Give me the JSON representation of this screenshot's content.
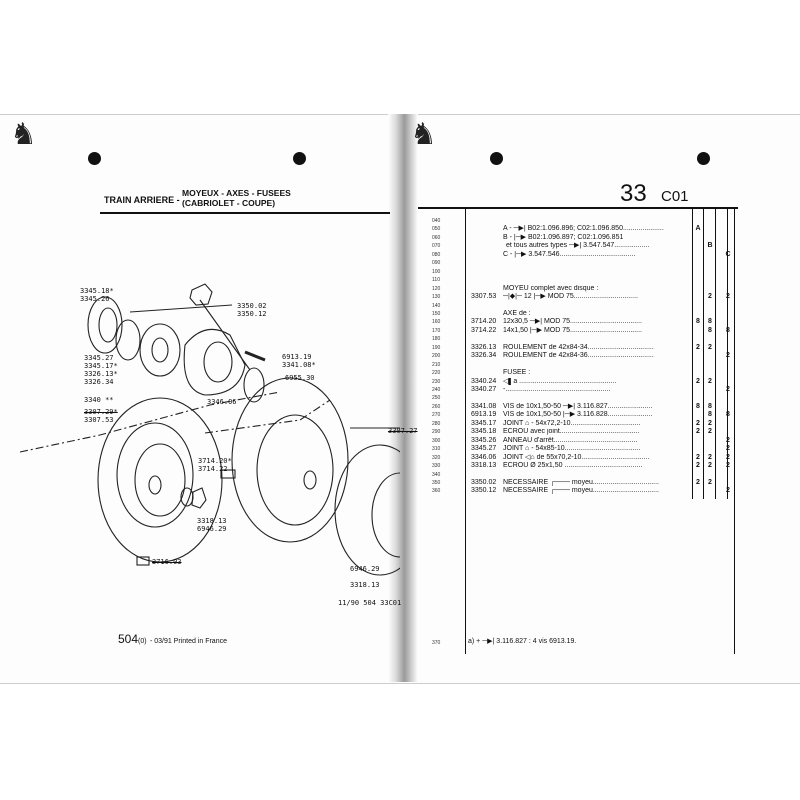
{
  "left_page": {
    "header": {
      "section": "TRAIN ARRIERE -",
      "subtitle_1": "MOYEUX - AXES - FUSEES",
      "subtitle_2": "(CABRIOLET - COUPE)"
    },
    "diagram": {
      "callouts": [
        "3345.18*\n3345.26",
        "3350.02\n3350.12",
        "3345.27\n3345.17*\n3326.13*\n3326.34",
        "6913.19\n3341.08*",
        "6955.30",
        "3340 **",
        "3346.06",
        "3307.29*",
        "3307.53",
        "3307.27",
        "3714.20*\n3714.22",
        "3318.13\n6946.29",
        "3716.03",
        "6946.29",
        "3318.13"
      ],
      "drawing_ref": "11/90 504 33C01"
    },
    "footer": {
      "model": "504",
      "variant": "(0)",
      "print_info": "- 03/91 Printed in France"
    }
  },
  "right_page": {
    "page_number": "33",
    "page_code": "C01",
    "column_headers": [
      "A",
      "B",
      "C"
    ],
    "row_numbers": [
      "040",
      "050",
      "060",
      "070",
      "080",
      "090",
      "100",
      "110",
      "120",
      "130",
      "140",
      "150",
      "160",
      "170",
      "180",
      "190",
      "200",
      "210",
      "220",
      "230",
      "240",
      "250",
      "260",
      "270",
      "280",
      "290",
      "300",
      "310",
      "320",
      "330",
      "340",
      "350",
      "360"
    ],
    "items": [
      {
        "row": 1,
        "ref": "",
        "text": "A - ─▶| B02:1.096.896; C02:1.096.850.....................",
        "a": "A",
        "b": "",
        "c": ""
      },
      {
        "row": 2,
        "ref": "",
        "text": "B - |─▶ B02:1.096.897; C02:1.096.851",
        "a": "",
        "b": "",
        "c": ""
      },
      {
        "row": 3,
        "ref": "",
        "text": "et tous autres types ─▶| 3.547.547..................",
        "a": "",
        "b": "B",
        "c": ""
      },
      {
        "row": 4,
        "ref": "",
        "text": "C - |─▶ 3.547.546.......................................",
        "a": "",
        "b": "",
        "c": "C"
      },
      {
        "row": 8,
        "ref": "",
        "text": "MOYEU complet avec disque :",
        "a": "",
        "b": "",
        "c": ""
      },
      {
        "row": 9,
        "ref": "3307.53",
        "text": "─|◆|─ 12 |─▶ MOD 75.................................",
        "a": "",
        "b": "2",
        "c": "2"
      },
      {
        "row": 11,
        "ref": "",
        "text": "AXE de :",
        "a": "",
        "b": "",
        "c": ""
      },
      {
        "row": 12,
        "ref": "3714.20",
        "text": "12x30,5 ─▶| MOD 75.....................................",
        "a": "8",
        "b": "8",
        "c": ""
      },
      {
        "row": 13,
        "ref": "3714.22",
        "text": "14x1,50 |─▶ MOD 75.....................................",
        "a": "",
        "b": "8",
        "c": "8"
      },
      {
        "row": 15,
        "ref": "3326.13",
        "text": "ROULEMENT de 42x84-34..................................",
        "a": "2",
        "b": "2",
        "c": ""
      },
      {
        "row": 16,
        "ref": "3326.34",
        "text": "ROULEMENT de 42x84-36..................................",
        "a": "",
        "b": "",
        "c": "2"
      },
      {
        "row": 18,
        "ref": "",
        "text": "FUSEE :",
        "a": "",
        "b": "",
        "c": ""
      },
      {
        "row": 19,
        "ref": "3340.24",
        "text": "◁▌a ..................................................",
        "a": "2",
        "b": "2",
        "c": ""
      },
      {
        "row": 20,
        "ref": "3340.27",
        "text": "-......................................................",
        "a": "",
        "b": "",
        "c": "2"
      },
      {
        "row": 22,
        "ref": "3341.08",
        "text": "VIS de 10x1,50-50 ─▶| 3.116.827.......................",
        "a": "8",
        "b": "8",
        "c": ""
      },
      {
        "row": 23,
        "ref": "6913.19",
        "text": "VIS de 10x1,50-50 |─▶ 3.116.828.......................",
        "a": "",
        "b": "8",
        "c": "8"
      },
      {
        "row": 24,
        "ref": "3345.17",
        "text": "JOINT ⌂ - 54x72,2-10....................................",
        "a": "2",
        "b": "2",
        "c": ""
      },
      {
        "row": 25,
        "ref": "3345.18",
        "text": "ECROU avec joint.........................................",
        "a": "2",
        "b": "2",
        "c": ""
      },
      {
        "row": 26,
        "ref": "3345.26",
        "text": "ANNEAU d'arrêt...........................................",
        "a": "",
        "b": "",
        "c": "2"
      },
      {
        "row": 27,
        "ref": "3345.27",
        "text": "JOINT ⌂ - 54x85-10.......................................",
        "a": "",
        "b": "",
        "c": "2"
      },
      {
        "row": 28,
        "ref": "3346.06",
        "text": "JOINT ◁⌂ de 55x70,2-10...................................",
        "a": "2",
        "b": "2",
        "c": "2"
      },
      {
        "row": 29,
        "ref": "3318.13",
        "text": "ECROU Ø 25x1,50 ........................................",
        "a": "2",
        "b": "2",
        "c": "2"
      },
      {
        "row": 31,
        "ref": "3350.02",
        "text": "NECESSAIRE ┌─── moyeu..................................",
        "a": "2",
        "b": "2",
        "c": ""
      },
      {
        "row": 32,
        "ref": "3350.12",
        "text": "NECESSAIRE ┌─── moyeu..................................",
        "a": "",
        "b": "",
        "c": "2"
      }
    ],
    "bottom_row_number": "370",
    "footnote": "a)  +  ─▶| 3.116.827 : 4 vis 6913.19."
  }
}
